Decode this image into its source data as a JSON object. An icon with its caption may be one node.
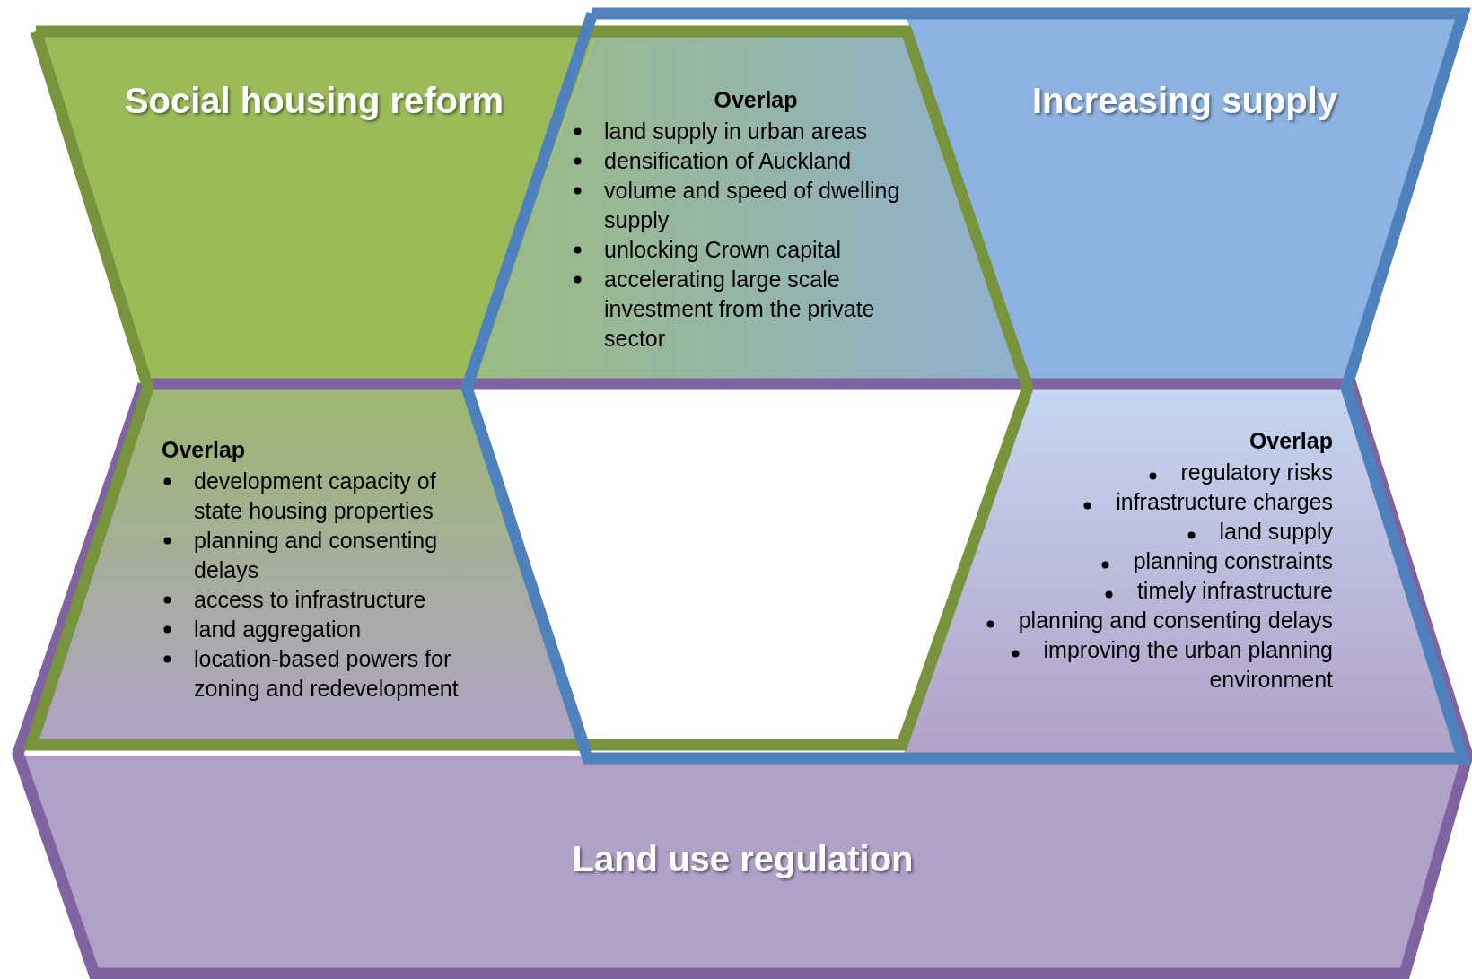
{
  "diagram": {
    "nodes": [
      {
        "text": [
          "Social housing reform"
        ]
      },
      {
        "text": [
          "Increasing supply"
        ]
      },
      {
        "text": [
          "Land use regulation"
        ]
      },
      {
        "text": [
          "Overlap",
          "land supply in urban areas",
          "densification of Auckland",
          "volume and speed of dwelling supply",
          "unlocking Crown capital",
          "accelerating large scale investment from the private sector"
        ]
      },
      {
        "text": [
          "Overlap",
          "development capacity of state housing properties",
          "planning and consenting delays",
          "access to infrastructure",
          "land aggregation",
          "location-based powers for zoning and redevelopment"
        ]
      },
      {
        "text": [
          "Overlap",
          "regulatory risks",
          "infrastructure charges",
          "land supply",
          "planning constraints",
          "timely infrastructure",
          "planning and consenting delays",
          "improving the urban planning environment"
        ]
      }
    ]
  }
}
